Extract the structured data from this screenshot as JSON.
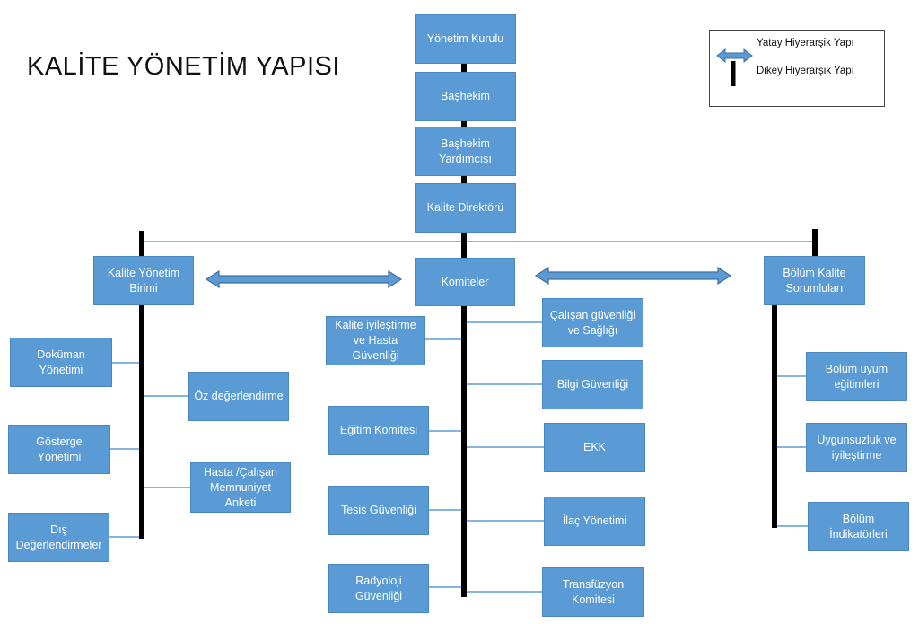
{
  "title": "KALİTE YÖNETİM YAPISI",
  "legend": {
    "horizontal_label": "Yatay Hiyerarşik Yapı",
    "vertical_label": "Dikey Hiyerarşik Yapı"
  },
  "colors": {
    "box": "#5b9bd5",
    "box_border": "#4a87c0",
    "line": "#5b9bd5",
    "vertical_bar": "#000000"
  },
  "chain": {
    "board": "Yönetim Kurulu",
    "chief_physician": "Başhekim",
    "deputy_chief_physician": "Başhekim\nYardımcısı",
    "quality_director": "Kalite  Direktörü"
  },
  "units": {
    "quality_unit": "Kalite Yönetim\nBirimi",
    "committees": "Komiteler",
    "department_quality": "Bölüm Kalite\nSorumluları"
  },
  "quality_unit_items": {
    "document": "Doküman\nYönetimi",
    "self_assessment": "Öz değerlendirme",
    "indicator": "Gösterge\nYönetimi",
    "satisfaction": "Hasta /Çalışan\nMemnuniyet\nAnketi",
    "external": "Dış\nDeğerlendirmeler"
  },
  "committees_left": {
    "quality_patient": "Kalite iyileştirme\nve Hasta Güvenliği",
    "education": "Eğitim Komitesi",
    "facility": "Tesis Güvenliği",
    "radiology": "Radyoloji\nGüvenliği"
  },
  "committees_right": {
    "employee": "Çalışan güvenliği\nve Sağlığı",
    "information": "Bilgi Güvenliği",
    "ekk": "EKK",
    "drug": "İlaç Yönetimi",
    "transfusion": "Transfüzyon\nKomitesi"
  },
  "department_items": {
    "training": "Bölüm uyum\neğitimleri",
    "nonconformity": "Uygunsuzluk ve\niyileştirme",
    "indicators": "Bölüm\nİndikatörleri"
  }
}
